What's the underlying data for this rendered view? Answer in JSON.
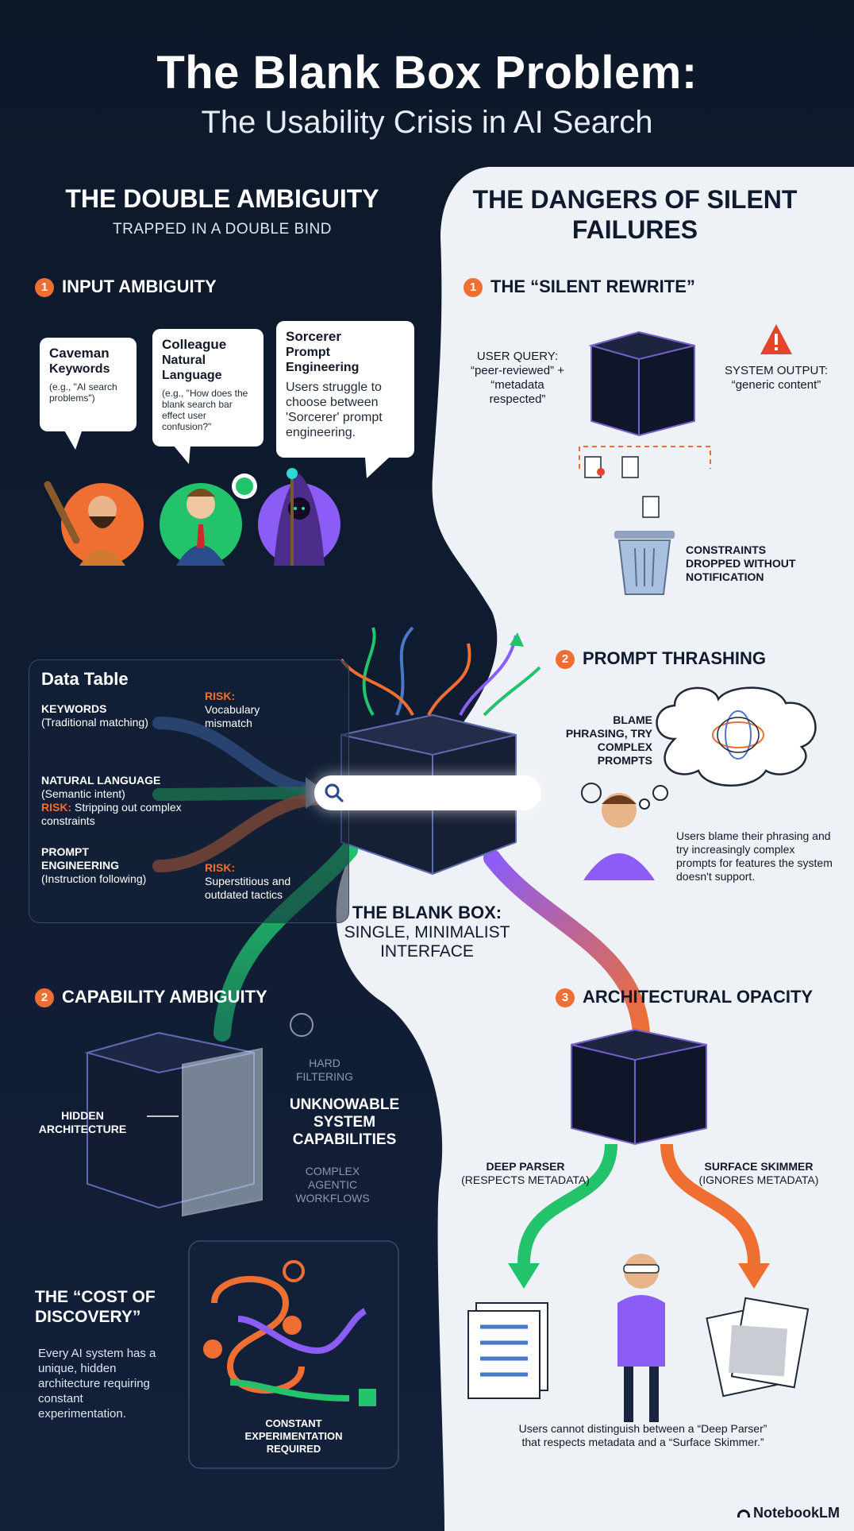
{
  "header": {
    "title": "The Blank Box Problem:",
    "subtitle": "The Usability Crisis in AI Search"
  },
  "left": {
    "heading": "THE DOUBLE AMBIGUITY",
    "subheading": "TRAPPED IN A DOUBLE BIND",
    "input_ambiguity": {
      "number": "1",
      "title": "INPUT AMBIGUITY",
      "bubbles": [
        {
          "title": "Caveman",
          "subtitle": "Keywords",
          "note": "(e.g., \"AI search problems\")"
        },
        {
          "title": "Colleague",
          "subtitle": "Natural Language",
          "note": "(e.g., \"How does the blank search bar effect user confusion?\""
        },
        {
          "title": "Sorcerer",
          "subtitle": "Prompt Engineering",
          "body": "Users struggle to choose between 'Sorcerer' prompt engineering."
        }
      ]
    },
    "data_table": {
      "title": "Data Table",
      "rows": [
        {
          "name": "KEYWORDS",
          "detail": "(Traditional matching)",
          "risk_label": "RISK:",
          "risk_text": "Vocabulary mismatch"
        },
        {
          "name": "NATURAL LANGUAGE",
          "detail": "(Semantic intent)",
          "risk_label": "RISK:",
          "risk_text": "Stripping out complex constraints"
        },
        {
          "name": "PROMPT ENGINEERING",
          "detail": "(Instruction following)",
          "risk_label": "RISK:",
          "risk_text": "Superstitious and outdated tactics"
        }
      ]
    },
    "capability_ambiguity": {
      "number": "2",
      "title": "CAPABILITY AMBIGUITY",
      "hidden_label": "HIDDEN ARCHITECTURE",
      "hard_filtering": "HARD FILTERING",
      "unknowable": "UNKNOWABLE SYSTEM CAPABILITIES",
      "complex_workflows": "COMPLEX AGENTIC WORKFLOWS"
    },
    "cost": {
      "title": "THE “COST OF DISCOVERY”",
      "body": "Every AI system has a unique, hidden architecture requiring constant experimentation.",
      "label": "CONSTANT EXPERIMENTATION REQUIRED"
    }
  },
  "center": {
    "caption_title": "THE BLANK BOX:",
    "caption_sub": "SINGLE, MINIMALIST INTERFACE"
  },
  "right": {
    "heading": "THE DANGERS OF SILENT FAILURES",
    "silent_rewrite": {
      "number": "1",
      "title": "THE “SILENT REWRITE”",
      "user_query_label": "USER QUERY:",
      "user_query_text": "“peer-reviewed” + “metadata respected”",
      "system_output_label": "SYSTEM OUTPUT:",
      "system_output_text": "“generic content”",
      "constraints": "CONSTRAINTS DROPPED WITHOUT NOTIFICATION"
    },
    "prompt_thrashing": {
      "number": "2",
      "title": "PROMPT THRASHING",
      "blame": "BLAME PHRASING, TRY COMPLEX PROMPTS",
      "body": "Users blame their phrasing and try increasingly complex prompts for features the system doesn't support."
    },
    "opacity": {
      "number": "3",
      "title": "ARCHITECTURAL OPACITY",
      "deep_parser": "DEEP PARSER",
      "deep_parser_note": "(RESPECTS METADATA)",
      "surface_skimmer": "SURFACE SKIMMER",
      "surface_skimmer_note": "(IGNORES METADATA)",
      "caption": "Users cannot distinguish between a “Deep Parser” that respects metadata and a “Surface Skimmer.”"
    }
  },
  "footer": {
    "brand": "NotebookLM"
  },
  "colors": {
    "navy": "#0f1a2e",
    "light_panel": "#eef1f6",
    "orange": "#ef6f33",
    "green": "#22c36a",
    "purple": "#8b5cf6",
    "blue": "#4a78c8"
  }
}
